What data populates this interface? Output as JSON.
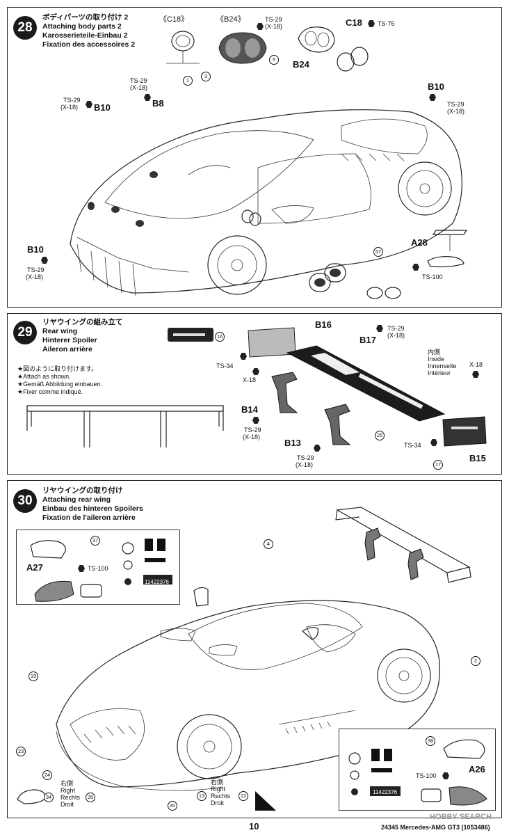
{
  "steps": [
    {
      "number": "28",
      "titles": [
        "ボディパーツの取り付け 2",
        "Attaching body parts 2",
        "Karosserieteile-Einbau 2",
        "Fixation des accessoires 2"
      ],
      "labels": {
        "c18_box": "《C18》",
        "b24_box": "《B24》",
        "ts29_top": "TS-29",
        "x18_top": "(X-18)",
        "c18": "C18",
        "ts76": "TS-76",
        "b24": "B24",
        "ts29_left": "TS-29",
        "x18_left": "(X-18)",
        "b10_left": "B10",
        "ts29_mid": "TS-29",
        "x18_mid": "(X-18)",
        "b8": "B8",
        "b10_right": "B10",
        "ts29_right": "TS-29",
        "x18_right": "(X-18)",
        "b10_bottom": "B10",
        "ts29_bottom": "TS-29",
        "x18_bottom": "(X-18)",
        "a28": "A28",
        "ts100": "TS-100"
      },
      "callouts": [
        "5",
        "1",
        "3",
        "57"
      ]
    },
    {
      "number": "29",
      "titles": [
        "リヤウイングの組み立て",
        "Rear wing",
        "Hinterer Spoiler",
        "Aileron arrière"
      ],
      "notes": [
        "★図のように取り付けます。",
        "★Attach as shown.",
        "★Gemäß Abbildung einbauen.",
        "★Fixer comme indiqué."
      ],
      "labels": {
        "b16": "B16",
        "ts29_a": "TS-29",
        "x18_a": "(X-18)",
        "b17": "B17",
        "ts34_a": "TS-34",
        "x18_b": "X-18",
        "inside_jp": "内側",
        "inside_en": "Inside",
        "inside_de": "Innenseite",
        "inside_fr": "Intérieur",
        "x18_c": "X-18",
        "b14": "B14",
        "ts29_b": "TS-29",
        "x18_d": "(X-18)",
        "b13": "B13",
        "ts29_c": "TS-29",
        "x18_e": "(X-18)",
        "ts34_b": "TS-34",
        "b15": "B15"
      },
      "callouts": [
        "16",
        "25",
        "17"
      ]
    },
    {
      "number": "30",
      "titles": [
        "リヤウイングの取り付け",
        "Attaching rear wing",
        "Einbau des hinteren Spoilers",
        "Fixation de l'aileron arrière"
      ],
      "labels": {
        "a27": "A27",
        "ts100_a": "TS-100",
        "decal_code_a": "11422376",
        "a26": "A26",
        "ts100_b": "TS-100",
        "decal_code_b": "11422376",
        "right_jp_a": "右側",
        "right_en_a": "Right",
        "right_de_a": "Rechts",
        "right_fr_a": "Droit",
        "right_jp_b": "右側",
        "right_en_b": "Right",
        "right_de_b": "Rechts",
        "right_fr_b": "Droit"
      },
      "callouts": [
        "37",
        "4",
        "2",
        "19",
        "23",
        "24",
        "34",
        "35",
        "20",
        "13",
        "12",
        "38"
      ]
    }
  ],
  "footer": {
    "page_number": "10",
    "code": "24345 Mercedes-AMG GT3 (1053486)",
    "watermark": "HOBBY SEARCH"
  }
}
